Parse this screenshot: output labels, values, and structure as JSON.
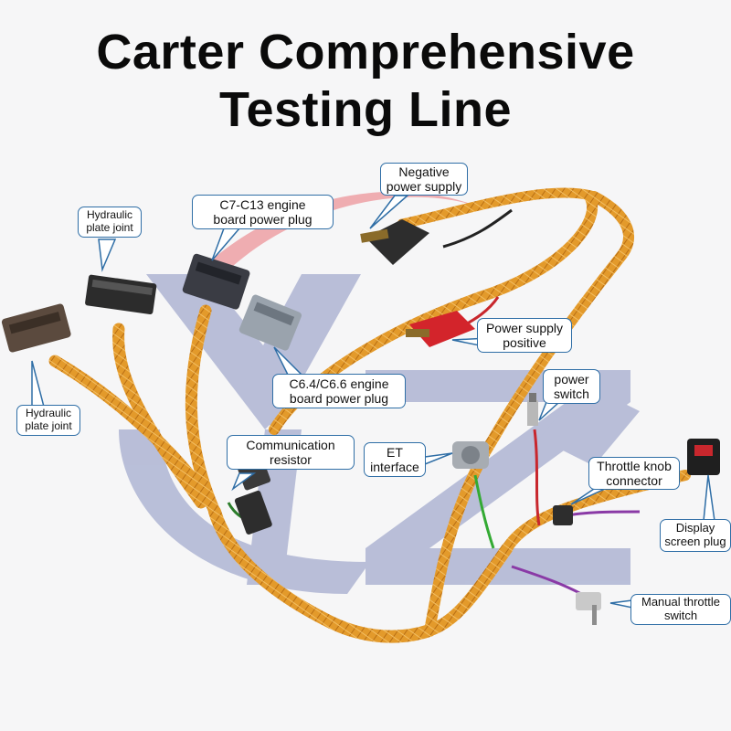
{
  "title": {
    "line1": "Carter Comprehensive",
    "line2": "Testing Line"
  },
  "colors": {
    "sheath": "#e39a2b",
    "sheath_dark": "#b86e14",
    "callout_border": "#2f6ea6",
    "watermark_blue": "#aab1d1",
    "watermark_red": "#e9737a",
    "clip_red": "#d3242b"
  },
  "callouts": {
    "hydraulic_top": {
      "l1": "Hydraulic",
      "l2": "plate joint"
    },
    "c7_c13": {
      "l1": "C7-C13 engine",
      "l2": "board power plug"
    },
    "negative": {
      "l1": "Negative",
      "l2": "power supply"
    },
    "positive": {
      "l1": "Power supply",
      "l2": "positive"
    },
    "c6": {
      "l1": "C6.4/C6.6 engine",
      "l2": "board power plug"
    },
    "hydraulic_left": {
      "l1": "Hydraulic",
      "l2": "plate joint"
    },
    "power_switch": {
      "l1": "power",
      "l2": "switch"
    },
    "communication": {
      "l1": "Communication",
      "l2": "resistor"
    },
    "et": {
      "l1": "ET",
      "l2": "interface"
    },
    "throttle_knob": {
      "l1": "Throttle knob",
      "l2": "connector"
    },
    "display": {
      "l1": "Display",
      "l2": "screen plug"
    },
    "manual_throttle": {
      "l1": "Manual throttle",
      "l2": "switch"
    }
  }
}
